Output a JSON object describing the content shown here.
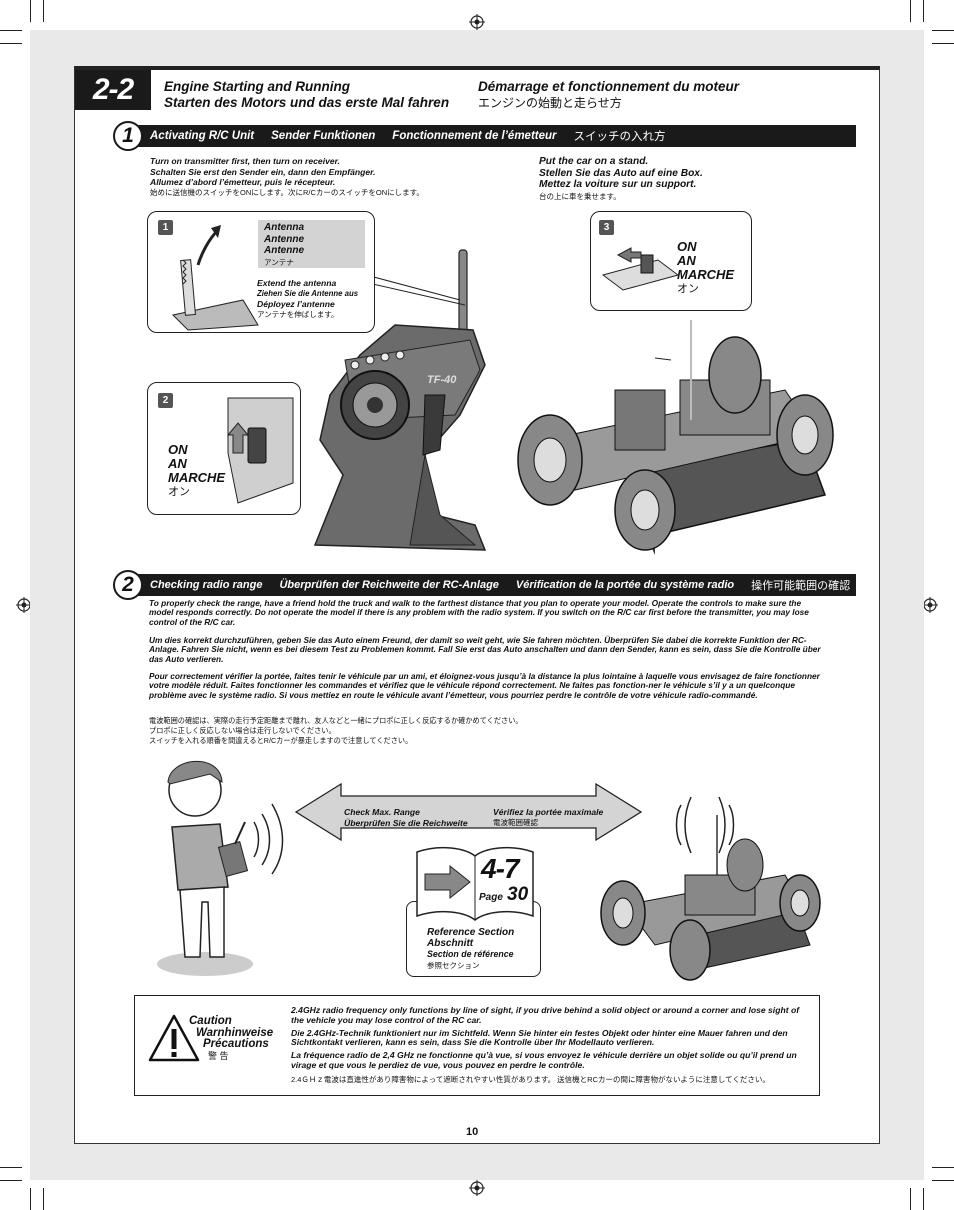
{
  "section": {
    "number": "2-2",
    "title_en": "Engine Starting and Running",
    "title_de": "Starten des Motors und das erste Mal fahren",
    "title_fr": "Démarrage et fonctionnement du moteur",
    "title_jp": "エンジンの始動と走らせ方"
  },
  "step1": {
    "number": "1",
    "bar": [
      "Activating R/C Unit",
      "Sender Funktionen",
      "Fonctionnement de l’émetteur",
      "スイッチの入れ方"
    ],
    "instr_left": [
      "Turn on transmitter first, then turn on receiver.",
      "Schalten Sie erst den Sender ein, dann den Empfänger.",
      "Allumez d’abord l’émetteur, puis le récepteur.",
      "始めに送信機のスイッチをONにします。次にR/CカーのスイッチをONにします。"
    ],
    "instr_right": [
      "Put the car on a stand.",
      "Stellen Sie das Auto auf eine Box.",
      "Mettez la voiture sur un support.",
      "台の上に車を乗せます。"
    ],
    "box1": {
      "num": "1",
      "antenna": [
        "Antenna",
        "Antenne",
        "Antenne",
        "アンテナ"
      ],
      "extend": [
        "Extend the antenna",
        "Ziehen Sie die Antenne aus",
        "Déployez l’antenne",
        "アンテナを伸ばします。"
      ]
    },
    "box2": {
      "num": "2",
      "on": [
        "ON",
        "AN",
        "MARCHE",
        "オン"
      ]
    },
    "box3": {
      "num": "3",
      "on": [
        "ON",
        "AN",
        "MARCHE",
        "オン"
      ]
    },
    "transmitter_label": "TF-40"
  },
  "step2": {
    "number": "2",
    "bar": [
      "Checking radio range",
      "Überprüfen der Reichweite der RC-Anlage",
      "Vérification de la portée du système radio",
      "操作可能範囲の確認"
    ],
    "para_en": "To properly check the range, have a friend hold the truck and walk to the farthest distance that you plan to operate your model. Operate the controls to make sure the model responds correctly. Do not operate the model if there is any problem with the radio system. If you switch on the R/C car first before the transmitter, you may lose control of the R/C car.",
    "para_de": "Um dies korrekt durchzuführen, geben Sie das Auto einem Freund, der damit so weit geht, wie Sie fahren möchten. Überprüfen Sie dabei die korrekte Funktion der RC-Anlage. Fahren Sie nicht, wenn es bei diesem Test zu Problemen kommt. Fall Sie erst das Auto anschalten und dann den Sender, kann es sein, dass Sie die Kontrolle über das Auto verlieren.",
    "para_fr": "Pour correctement vérifier la portée, faites tenir le véhicule par un ami, et éloignez-vous jusqu’à la distance la plus lointaine à laquelle vous envisagez de faire fonctionner votre modèle réduit. Faites fonctionner les commandes et vérifiez que le véhicule répond correctement. Ne faites pas fonction-ner le véhicule s’il y a un quelconque problème avec le système radio. Si vous mettiez en route le véhicule avant l’émetteur, vous pourriez perdre le contrôle de votre véhicule radio-commandé.",
    "para_jp": [
      "電波範囲の確認は、実際の走行予定距離まで離れ、友人などと一緒にプロポに正しく反応するか確かめてください。",
      "プロポに正しく反応しない場合は走行しないでください。",
      "スイッチを入れる順番を間違えるとR/Cカーが暴走しますので注意してください。"
    ],
    "arrow_left": [
      "Check Max. Range",
      "Überprüfen Sie die Reichweite"
    ],
    "arrow_right": [
      "Vérifiez la portée maximale",
      "電波範囲確認"
    ],
    "ref": {
      "section": "4-7",
      "page_label": "Page",
      "page": "30",
      "lines": [
        "Reference Section",
        "Abschnitt",
        "Section de référence",
        "参照セクション"
      ]
    }
  },
  "caution": {
    "labels": [
      "Caution",
      "Warnhinweise",
      "Précautions",
      "警 告"
    ],
    "en": "2.4GHz radio frequency only functions by line of sight, if you drive behind a solid object or around a corner and lose sight of the vehicle you may lose control of the RC car.",
    "de": "Die 2.4GHz-Technik funktioniert nur im Sichtfeld. Wenn Sie hinter ein festes Objekt oder hinter eine Mauer fahren und den Sichtkontakt verlieren, kann es sein, dass Sie die Kontrolle über Ihr Modellauto verlieren.",
    "fr": "La fréquence radio de 2,4 GHz ne fonctionne qu’à vue, si vous envoyez le véhicule derrière un objet solide ou qu’il prend un virage et que vous le perdiez de vue, vous pouvez en perdre le contrôle.",
    "jp": "2.4ＧＨｚ電波は直進性があり障害物によって遮断されやすい性質があります。 送信機とRCカーの間に障害物がないように注意してください。"
  },
  "page_number": "10"
}
